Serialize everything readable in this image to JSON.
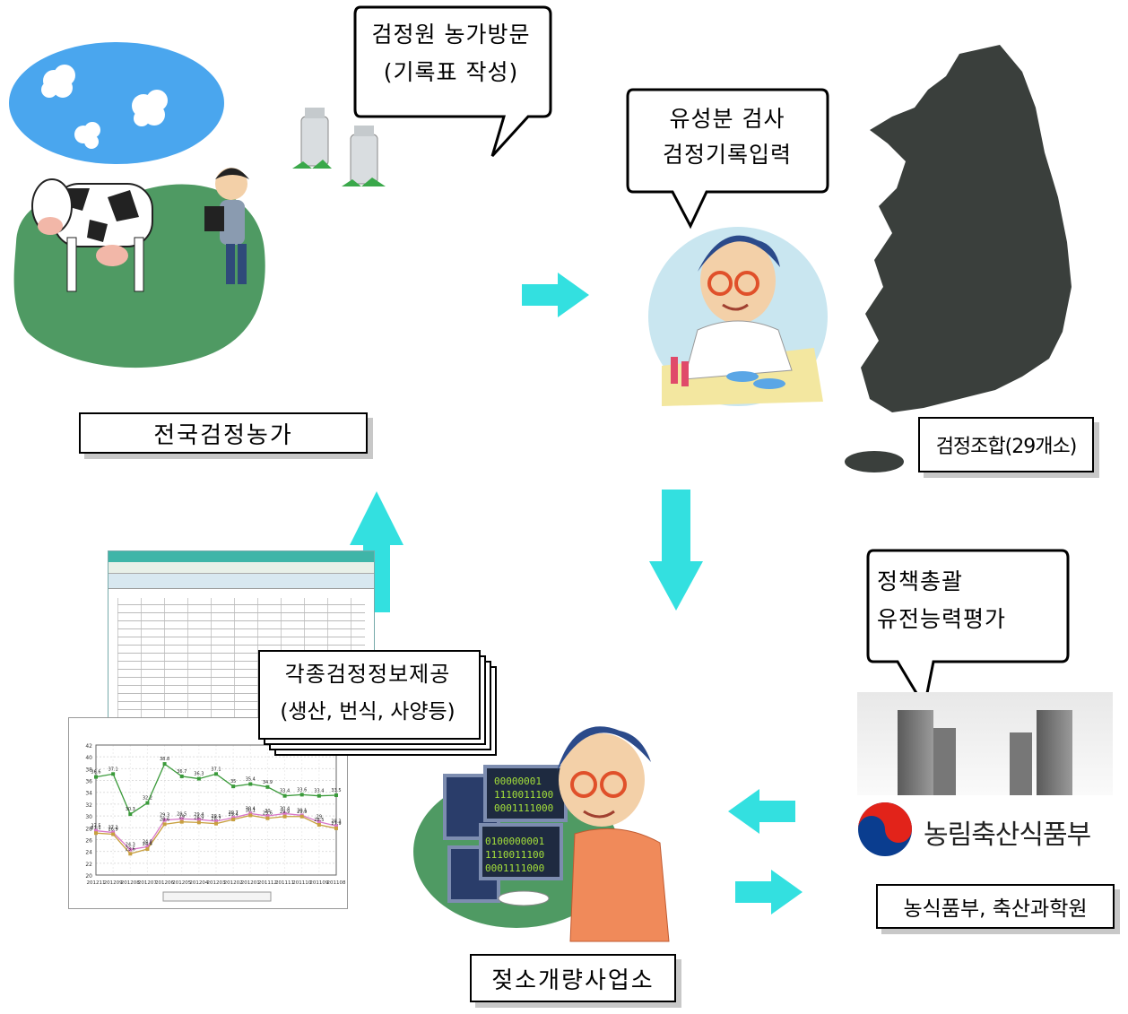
{
  "bubbles": {
    "visit_line1": "검정원 농가방문",
    "visit_line2": "(기록표 작성)",
    "test_line1": "유성분 검사",
    "test_line2": "검정기록입력",
    "policy_line1": "정책총괄",
    "policy_line2": "유전능력평가"
  },
  "labels": {
    "farms": "전국검정농가",
    "union": "검정조합(29개소)",
    "center": "젖소개량사업소",
    "ministry": "농식품부, 축산과학원",
    "info_line1": "각종검정정보제공",
    "info_line2": "(생산, 번식, 사양등)"
  },
  "ministry_logo_text": "농림축산식품부",
  "colors": {
    "arrow": "#33e0e0",
    "map": "#3a3f3c",
    "grass": "#4f9a63",
    "sky": "#4aa6ee"
  },
  "chart_data": {
    "type": "line",
    "categories": [
      "201211",
      "201209",
      "201208",
      "201207",
      "201206",
      "201205",
      "201204",
      "201203",
      "201202",
      "201201",
      "201112",
      "201111",
      "201110",
      "201109",
      "201108"
    ],
    "series": [
      {
        "name": "",
        "values": [
          36.6,
          37.1,
          30.3,
          32.2,
          38.8,
          36.7,
          36.3,
          37.1,
          35.0,
          35.4,
          34.9,
          33.4,
          33.6,
          33.4,
          33.5
        ]
      },
      {
        "name": "",
        "values": [
          27.5,
          27.2,
          24.3,
          24.8,
          29.3,
          29.5,
          29.4,
          29.1,
          29.7,
          30.4,
          30.0,
          30.4,
          30.1,
          29.0,
          28.3
        ]
      },
      {
        "name": "",
        "values": [
          27.1,
          26.9,
          23.6,
          24.4,
          28.6,
          29.0,
          28.9,
          28.7,
          29.4,
          30.1,
          29.6,
          29.9,
          29.9,
          28.5,
          27.9
        ]
      }
    ],
    "ylim": [
      20,
      42
    ],
    "legend": "bottom"
  }
}
